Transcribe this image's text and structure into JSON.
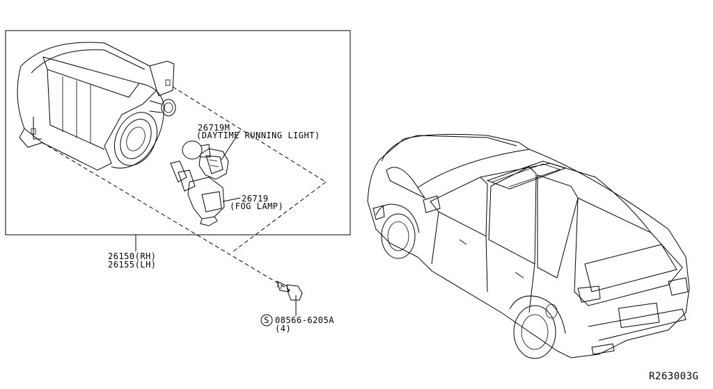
{
  "labels": {
    "drl_part_number": "26719M",
    "drl_name": "(DAYTIME RUNNING LIGHT)",
    "fog_bulb_part_number": "26719",
    "fog_bulb_name": "(FOG LAMP)",
    "lamp_rh": "26150(RH)",
    "lamp_lh": "26155(LH)",
    "screw_symbol": "S",
    "screw_part_number": "08566-6205A",
    "screw_quantity": "(4)",
    "diagram_id": "R263003G"
  }
}
